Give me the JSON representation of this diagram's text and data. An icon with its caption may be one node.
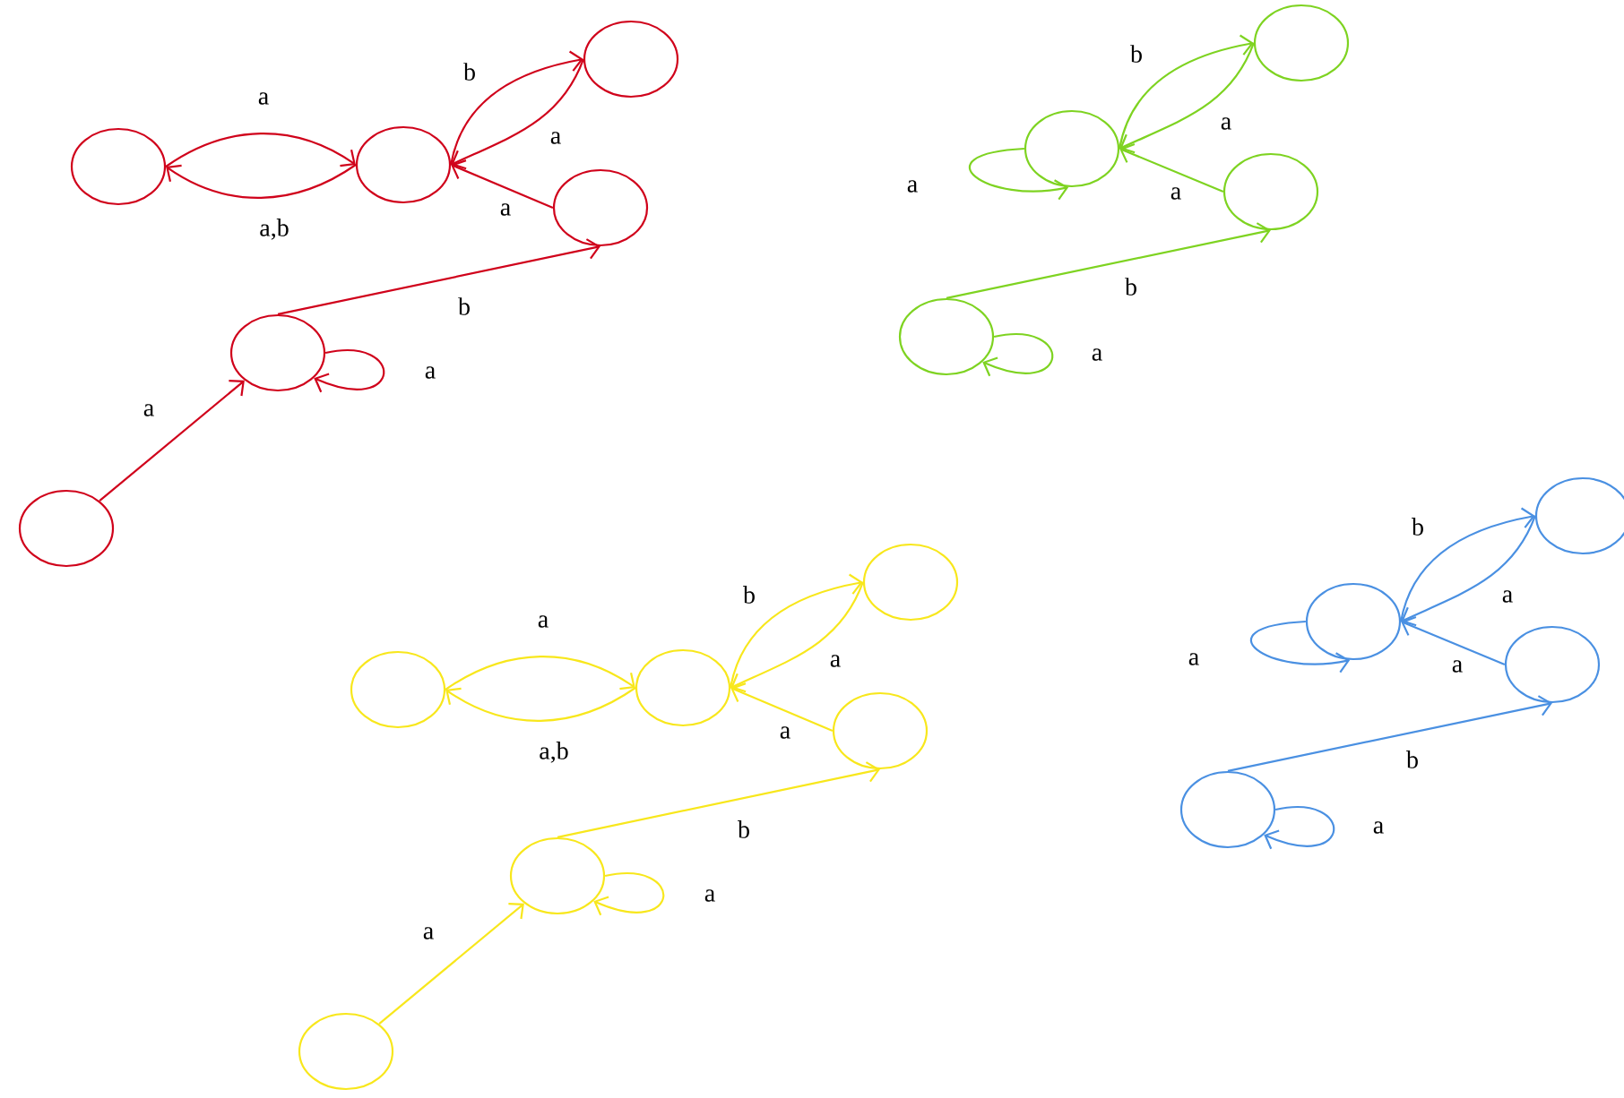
{
  "diagram": {
    "nodes": [
      {
        "text": [],
        "shape": "circle"
      },
      {
        "text": [],
        "shape": "circle"
      },
      {
        "text": [],
        "shape": "circle"
      },
      {
        "text": [],
        "shape": "circle"
      },
      {
        "text": [],
        "shape": "circle"
      },
      {
        "text": [],
        "shape": "circle"
      },
      {
        "text": [],
        "shape": "circle"
      },
      {
        "text": [],
        "shape": "circle"
      },
      {
        "text": [],
        "shape": "circle"
      },
      {
        "text": [],
        "shape": "circle"
      },
      {
        "text": [],
        "shape": "circle"
      },
      {
        "text": [],
        "shape": "circle"
      },
      {
        "text": [],
        "shape": "circle"
      },
      {
        "text": [],
        "shape": "circle"
      },
      {
        "text": [],
        "shape": "circle"
      },
      {
        "text": [],
        "shape": "circle"
      },
      {
        "text": [],
        "shape": "circle"
      },
      {
        "text": [],
        "shape": "circle"
      },
      {
        "text": [],
        "shape": "circle"
      },
      {
        "text": [],
        "shape": "circle"
      }
    ],
    "edges": [
      {
        "from": 0,
        "to": 1,
        "arrow": "to",
        "label": "a",
        "color": "#d0021b"
      },
      {
        "from": 1,
        "to": 1,
        "arrow": "to",
        "label": "a",
        "color": "#d0021b"
      },
      {
        "from": 1,
        "to": 2,
        "arrow": "to",
        "label": "b",
        "color": "#d0021b"
      },
      {
        "from": 2,
        "to": 3,
        "arrow": "to",
        "label": "a",
        "color": "#d0021b"
      },
      {
        "from": 3,
        "to": 4,
        "arrow": "to",
        "label": "b",
        "color": "#d0021b"
      },
      {
        "from": 4,
        "to": 3,
        "arrow": "to",
        "label": "a",
        "color": "#d0021b"
      },
      {
        "from": 5,
        "to": 3,
        "arrow": "to",
        "label": "a",
        "color": "#d0021b"
      },
      {
        "from": 3,
        "to": 5,
        "arrow": "to",
        "label": "a,b",
        "color": "#d0021b"
      },
      {
        "from": 6,
        "to": 6,
        "arrow": "to",
        "label": "a",
        "color": "#7ed321"
      },
      {
        "from": 6,
        "to": 7,
        "arrow": "to",
        "label": "b",
        "color": "#7ed321"
      },
      {
        "from": 7,
        "to": 8,
        "arrow": "to",
        "label": "a",
        "color": "#7ed321"
      },
      {
        "from": 8,
        "to": 9,
        "arrow": "to",
        "label": "b",
        "color": "#7ed321"
      },
      {
        "from": 9,
        "to": 8,
        "arrow": "to",
        "label": "a",
        "color": "#7ed321"
      },
      {
        "from": 8,
        "to": 8,
        "arrow": "to",
        "label": "a",
        "color": "#7ed321"
      },
      {
        "from": 10,
        "to": 11,
        "arrow": "to",
        "label": "a",
        "color": "#f8e71c"
      },
      {
        "from": 11,
        "to": 11,
        "arrow": "to",
        "label": "a",
        "color": "#f8e71c"
      },
      {
        "from": 11,
        "to": 12,
        "arrow": "to",
        "label": "b",
        "color": "#f8e71c"
      },
      {
        "from": 12,
        "to": 13,
        "arrow": "to",
        "label": "a",
        "color": "#f8e71c"
      },
      {
        "from": 13,
        "to": 14,
        "arrow": "to",
        "label": "b",
        "color": "#f8e71c"
      },
      {
        "from": 14,
        "to": 13,
        "arrow": "to",
        "label": "a",
        "color": "#f8e71c"
      },
      {
        "from": 15,
        "to": 13,
        "arrow": "to",
        "label": "a",
        "color": "#f8e71c"
      },
      {
        "from": 13,
        "to": 15,
        "arrow": "to",
        "label": "a,b",
        "color": "#f8e71c"
      },
      {
        "from": 16,
        "to": 16,
        "arrow": "to",
        "label": "a",
        "color": "#4a90e2"
      },
      {
        "from": 16,
        "to": 17,
        "arrow": "to",
        "label": "b",
        "color": "#4a90e2"
      },
      {
        "from": 17,
        "to": 18,
        "arrow": "to",
        "label": "a",
        "color": "#4a90e2"
      },
      {
        "from": 18,
        "to": 19,
        "arrow": "to",
        "label": "b",
        "color": "#4a90e2"
      },
      {
        "from": 19,
        "to": 18,
        "arrow": "to",
        "label": "a",
        "color": "#4a90e2"
      },
      {
        "from": 18,
        "to": 18,
        "arrow": "to",
        "label": "a",
        "color": "#4a90e2"
      }
    ]
  }
}
